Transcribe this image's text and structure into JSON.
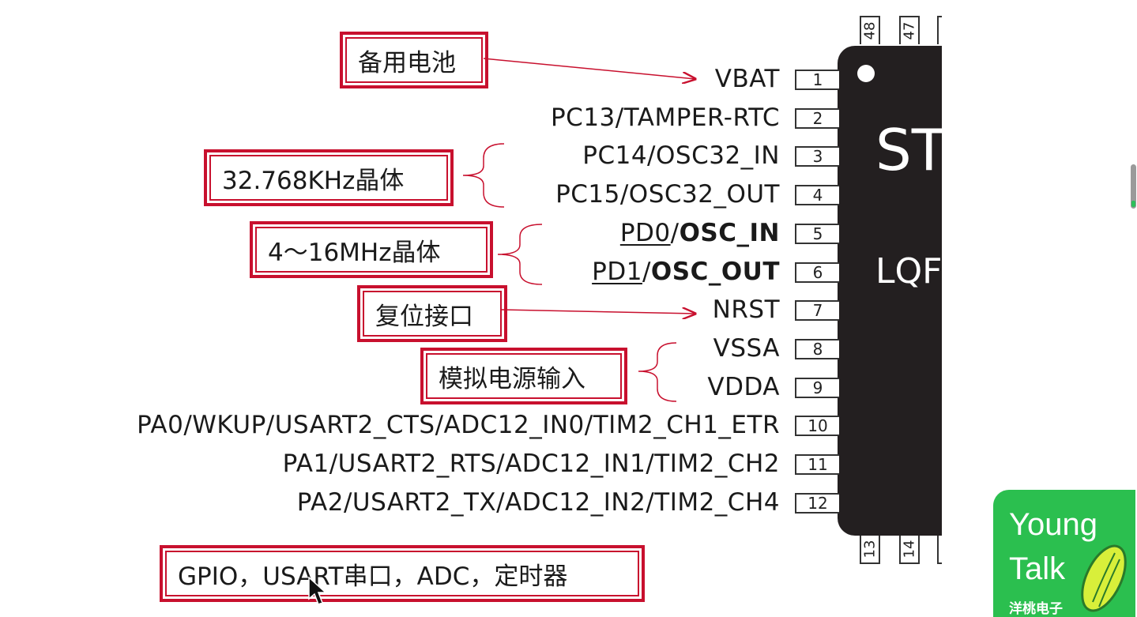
{
  "pins": [
    {
      "num": "1",
      "parts": [
        {
          "t": "VBAT"
        }
      ]
    },
    {
      "num": "2",
      "parts": [
        {
          "t": "PC13/TAMPER-RTC"
        }
      ]
    },
    {
      "num": "3",
      "parts": [
        {
          "t": "PC14/OSC32_IN"
        }
      ]
    },
    {
      "num": "4",
      "parts": [
        {
          "t": "PC15/OSC32_OUT"
        }
      ]
    },
    {
      "num": "5",
      "parts": [
        {
          "t": "PD0",
          "u": true
        },
        {
          "t": "/"
        },
        {
          "t": "OSC_IN",
          "b": true
        }
      ]
    },
    {
      "num": "6",
      "parts": [
        {
          "t": "PD1",
          "u": true
        },
        {
          "t": "/"
        },
        {
          "t": "OSC_OUT",
          "b": true
        }
      ]
    },
    {
      "num": "7",
      "parts": [
        {
          "t": "NRST"
        }
      ]
    },
    {
      "num": "8",
      "parts": [
        {
          "t": "VSSA"
        }
      ]
    },
    {
      "num": "9",
      "parts": [
        {
          "t": "VDDA"
        }
      ]
    },
    {
      "num": "10",
      "parts": [
        {
          "t": "PA0/WKUP/USART2_CTS/ADC12_IN0/TIM2_CH1_ETR"
        }
      ]
    },
    {
      "num": "11",
      "parts": [
        {
          "t": "PA1/USART2_RTS/ADC12_IN1/TIM2_CH2"
        }
      ]
    },
    {
      "num": "12",
      "parts": [
        {
          "t": "PA2/USART2_TX/ADC12_IN2/TIM2_CH4"
        }
      ]
    }
  ],
  "top_pins": [
    "48",
    "47"
  ],
  "bottom_pins": [
    "13",
    "14"
  ],
  "chip": {
    "line1": "ST",
    "line2": "LQF"
  },
  "callouts": {
    "backup_battery": "备用电池",
    "crystal_32k": "32.768KHz晶体",
    "crystal_main": "4～16MHz晶体",
    "reset": "复位接口",
    "analog_power": "模拟电源输入",
    "peripherals": "GPIO，USART串口，ADC，定时器"
  },
  "logo": {
    "line1": "Young",
    "line2": "Talk",
    "sub": "洋桃电子"
  },
  "colors": {
    "accent": "#c8102e",
    "chip": "#231f20",
    "logo": "#2bbf4f"
  }
}
